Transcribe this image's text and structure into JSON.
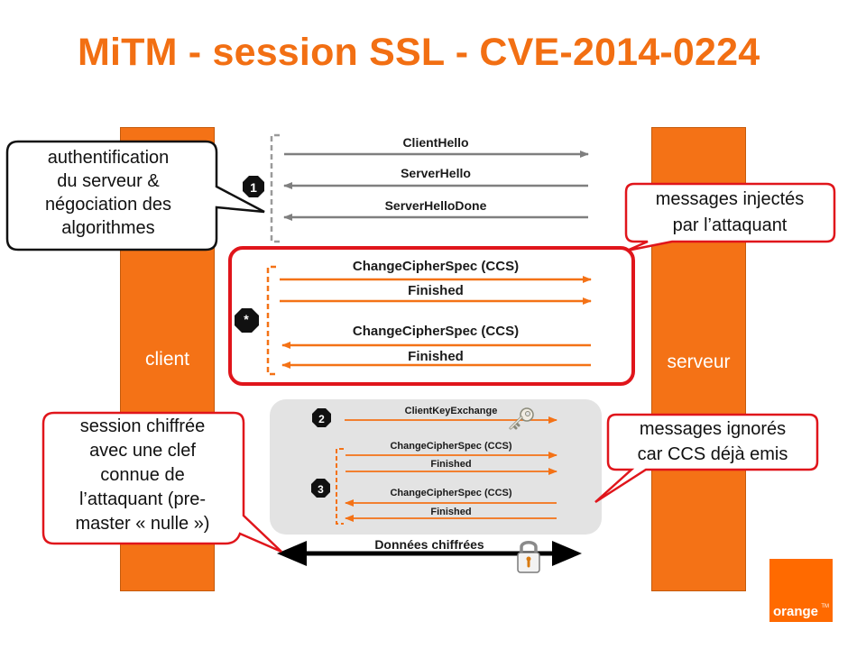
{
  "title": "MiTM - session SSL - CVE-2014-0224",
  "lanes": {
    "client": "client",
    "server": "serveur"
  },
  "steps": {
    "s1": "1",
    "star": "*",
    "s2": "2",
    "s3": "3"
  },
  "phase1": [
    "ClientHello",
    "ServerHello",
    "ServerHelloDone"
  ],
  "injected": [
    "ChangeCipherSpec (CCS)",
    "Finished",
    "ChangeCipherSpec (CCS)",
    "Finished"
  ],
  "phase2": {
    "key_exchange": "ClientKeyExchange"
  },
  "phase3": [
    "ChangeCipherSpec (CCS)",
    "Finished",
    "ChangeCipherSpec (CCS)",
    "Finished"
  ],
  "encrypted": "Données chiffrées",
  "callouts": {
    "auth": [
      "authentification",
      "du serveur &",
      "négociation des",
      "algorithmes"
    ],
    "injected": [
      "messages injectés",
      "par l’attaquant"
    ],
    "ignored": [
      "messages ignorés",
      "car CCS déjà emis"
    ],
    "session": [
      "session chiffrée",
      "avec une clef",
      "connue de",
      "l’attaquant (pre-",
      "master « nulle »)"
    ]
  },
  "logo": {
    "text": "orange",
    "tm": "TM"
  },
  "colors": {
    "orange": "#f47216",
    "red": "#e0151b",
    "gray_arrow": "#7f7f7f"
  },
  "icons": [
    "key-icon",
    "padlock-icon"
  ]
}
